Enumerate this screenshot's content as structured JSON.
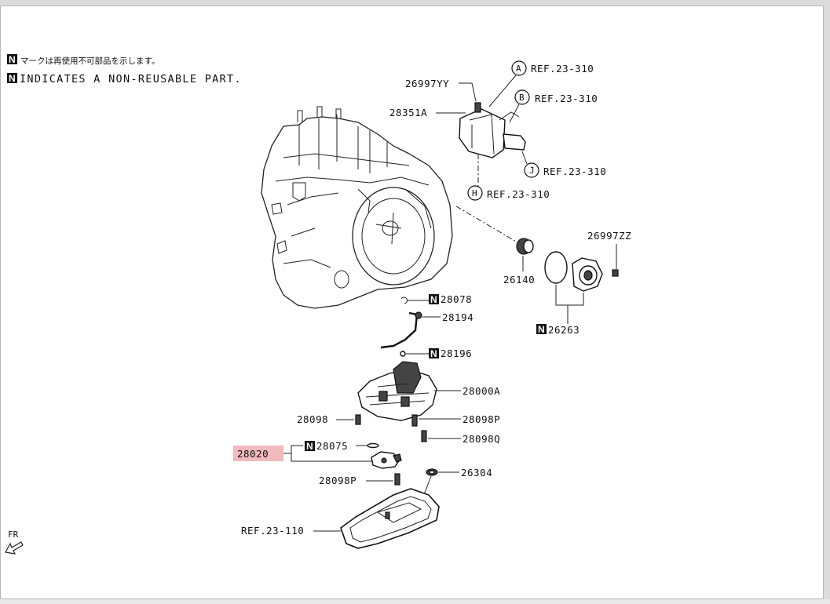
{
  "notes": {
    "jp_symbol": "N",
    "jp_text": "マークは再使用不可部品を示します。",
    "en_symbol": "N",
    "en_text": "INDICATES A NON-REUSABLE PART."
  },
  "references": {
    "a_letter": "A",
    "a_text": "REF.23-310",
    "b_letter": "B",
    "b_text": "REF.23-310",
    "j_letter": "J",
    "j_text": "REF.23-310",
    "h_letter": "H",
    "h_text": "REF.23-310"
  },
  "parts": {
    "p26997yy": "26997YY",
    "p28351a": "28351A",
    "p26997zz": "26997ZZ",
    "p26140": "26140",
    "p26263_symbol": "N",
    "p26263": "26263",
    "p28078_symbol": "N",
    "p28078": "28078",
    "p28194": "28194",
    "p28196_symbol": "N",
    "p28196": "28196",
    "p28000a": "28000A",
    "p28098": "28098",
    "p28098p_a": "28098P",
    "p28098q": "28098Q",
    "p28020": "28020",
    "p28075_symbol": "N",
    "p28075": "28075",
    "p28098p_b": "28098P",
    "p26304": "26304",
    "ref_23_110": "REF.23-110"
  },
  "orientation": {
    "label": "FR"
  },
  "colors": {
    "highlight": "#f2b9bf",
    "ink": "#111111"
  }
}
